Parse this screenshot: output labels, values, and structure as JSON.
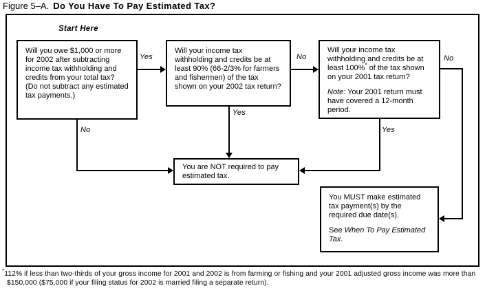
{
  "title": {
    "label": "Figure 5–A.",
    "heading": "Do You Have To Pay Estimated Tax?"
  },
  "flowchart": {
    "start_here": "Start Here",
    "boxes": {
      "q1": {
        "text": "Will you owe $1,000 or more for 2002 after subtracting income tax withholding and credits from your total tax? (Do not subtract any estimated tax payments.)"
      },
      "q2": {
        "text": "Will your income tax withholding and credits be at least 90% (66-2/3% for farmers and fishermen) of the tax shown on your 2002 tax return?"
      },
      "q3": {
        "text_before_sup": "Will your income tax withholding and credits be at least 100%",
        "sup": "*",
        "text_after_sup": " of the tax shown on your 2001 tax return?",
        "note_label": "Note:",
        "note_text": " Your 2001 return must have covered a 12-month period."
      },
      "not_required": {
        "text": "You are NOT required to pay estimated tax."
      },
      "must_pay": {
        "text": "You MUST make estimated tax payment(s) by the required due date(s).",
        "see_prefix": "See ",
        "see_italic": "When To Pay Estimated Tax",
        "see_suffix": "."
      }
    },
    "edge_labels": {
      "q1_yes": "Yes",
      "q1_no": "No",
      "q2_yes": "Yes",
      "q2_no": "No",
      "q3_yes": "Yes",
      "q3_no": "No"
    }
  },
  "footnote": {
    "marker": "*",
    "line1": "112% if less than two-thirds of your gross income for 2001 and 2002 is from farming or fishing and your 2001 adjusted gross income was more than",
    "line2": "$150,000 ($75,000 if your filing status for 2002 is married filing a separate return)."
  }
}
